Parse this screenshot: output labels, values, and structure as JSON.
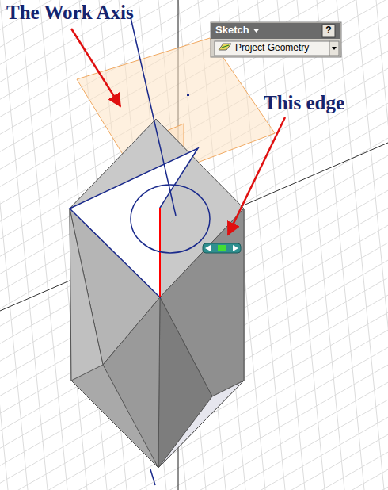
{
  "diagram": {
    "labels": [
      "The Work Axis",
      "This edge",
      "Sketch",
      "?",
      "Project Geometry"
    ]
  }
}
